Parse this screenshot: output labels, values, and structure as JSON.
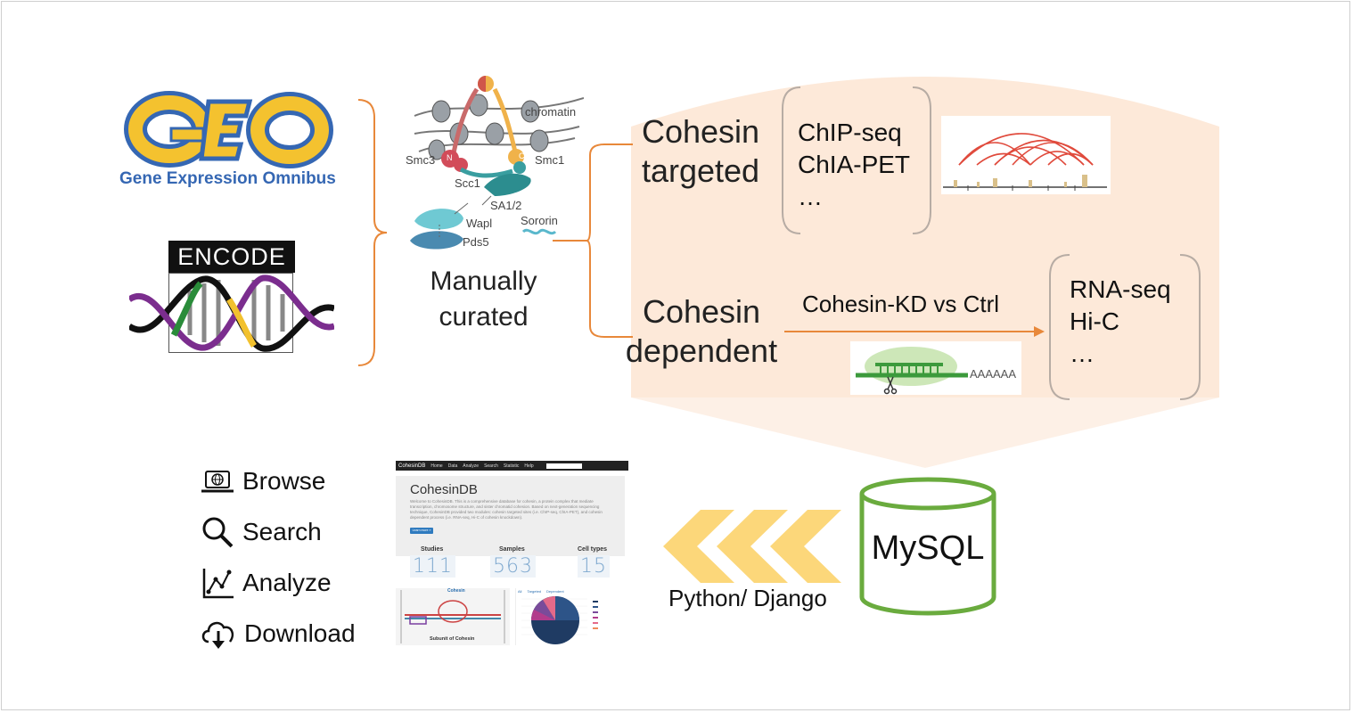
{
  "sources": {
    "geo_logo": "GEO",
    "geo_subtitle": "Gene Expression Omnibus",
    "encode_logo": "ENCODE"
  },
  "cohesin_diagram": {
    "chromatin": "chromatin",
    "smc3": "Smc3",
    "smc1": "Smc1",
    "scc1": "Scc1",
    "sa12": "SA1/2",
    "wapl": "Wapl",
    "sororin": "Sororin",
    "pds5": "Pds5",
    "n": "N",
    "c": "C"
  },
  "curation": {
    "line1": "Manually",
    "line2": "curated"
  },
  "targeted": {
    "label_line1": "Cohesin",
    "label_line2": "targeted",
    "assays": [
      "ChIP-seq",
      "ChIA-PET",
      "…"
    ]
  },
  "dependent": {
    "label_line1": "Cohesin",
    "label_line2": "dependent",
    "arrow_label": "Cohesin-KD vs Ctrl",
    "polya": "AAAAAA",
    "assays": [
      "RNA-seq",
      "Hi-C",
      "…"
    ]
  },
  "database": {
    "name": "MySQL",
    "framework": "Python/ Django"
  },
  "features": [
    "Browse",
    "Search",
    "Analyze",
    "Download"
  ],
  "website": {
    "brand": "CohesinDB",
    "nav": [
      "Home",
      "Data",
      "Analyze",
      "Search",
      "Statistic",
      "Help"
    ],
    "title": "CohesinDB",
    "intro": "Welcome to CohesinDB. This is a comprehensive database for cohesin, a protein complex that mediate transcription, chromosome structure, and sister chromatid cohesion. Based on next-generation sequencing technique, CohesinDB provided two modules: cohesin targeted sites (i.e. ChIP-seq, ChIA-PET), and cohesin dependent process (i.e. RNA-seq, Hi-C of cohesin knockdown).",
    "button": "Learn more »",
    "stats": [
      {
        "label": "Studies",
        "value": "111"
      },
      {
        "label": "Samples",
        "value": "563"
      },
      {
        "label": "Cell types",
        "value": "15"
      }
    ],
    "figure_caption": "Subunit of Cohesin",
    "figure_title": "Cohesin",
    "tabs": [
      "All",
      "Targeted",
      "Dependent"
    ]
  },
  "colors": {
    "orange": "#e8883a",
    "peach": "#fdeadb",
    "green": "#6aab3e",
    "chevron": "#fcd77a"
  }
}
